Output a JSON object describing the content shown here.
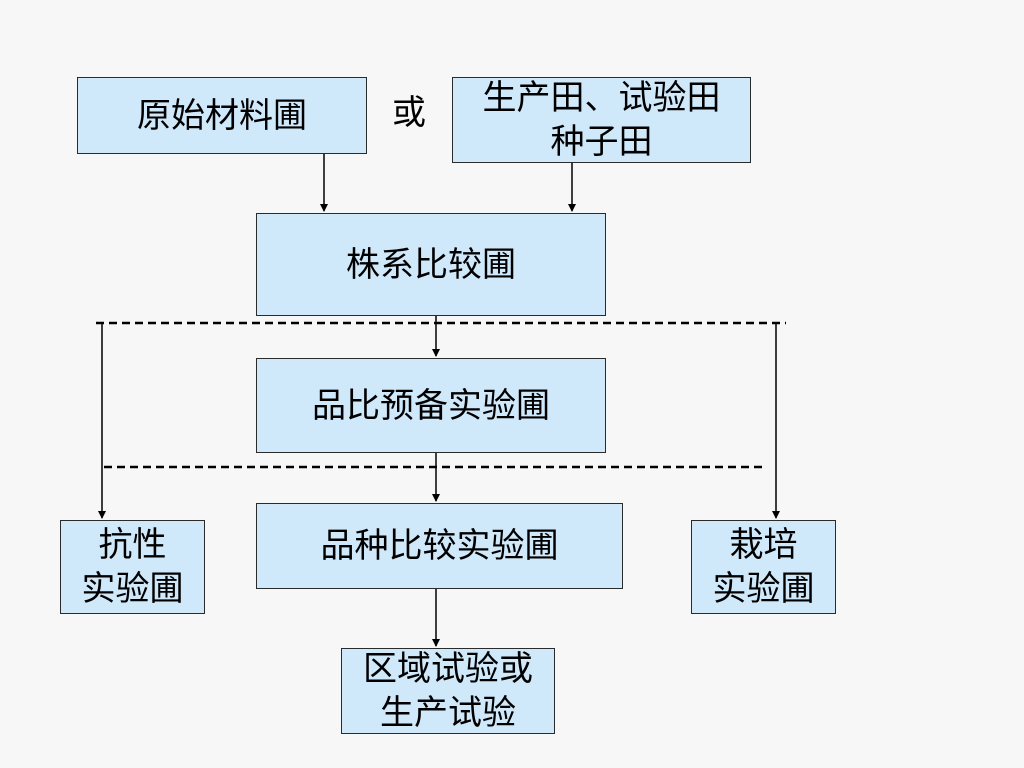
{
  "nodes": {
    "original_nursery": "原始材料圃",
    "production_trial_field": [
      "生产田、试验田",
      "种子田"
    ],
    "line_comparison": "株系比较圃",
    "preliminary_trial": "品比预备实验圃",
    "variety_comparison": "品种比较实验圃",
    "resistance_trial": [
      "抗性",
      "实验圃"
    ],
    "cultivation_trial": [
      "栽培",
      "实验圃"
    ],
    "regional_trial": [
      "区域试验或",
      "生产试验"
    ]
  },
  "connector_word": "或"
}
